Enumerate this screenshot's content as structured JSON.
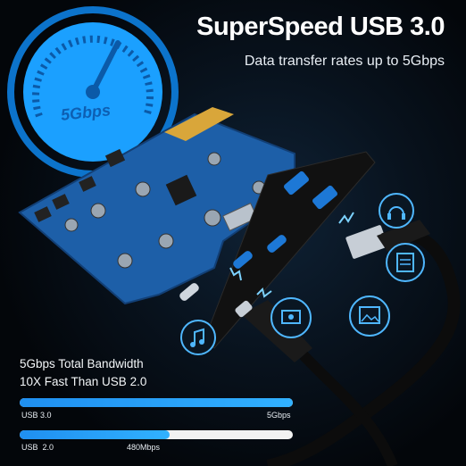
{
  "header": {
    "title": "SuperSpeed USB 3.0",
    "subtitle": "Data transfer rates up to 5Gbps"
  },
  "gauge": {
    "label": "5Gbps",
    "icon": "speedometer-icon"
  },
  "bandwidth": {
    "line1": "5Gbps Total Bandwidth",
    "line2": "10X Fast Than USB 2.0"
  },
  "bars": [
    {
      "name": "USB 3.0",
      "end_label": "5Gbps",
      "fill": 1.0
    },
    {
      "name": "USB  2.0",
      "end_label": "480Mbps",
      "fill": 0.55
    }
  ],
  "icons": [
    "headset-icon",
    "document-icon",
    "photo-icon",
    "music-icon"
  ],
  "colors": {
    "accent": "#1f8ff0",
    "board": "#1d5fa8",
    "background": "#05080d"
  }
}
